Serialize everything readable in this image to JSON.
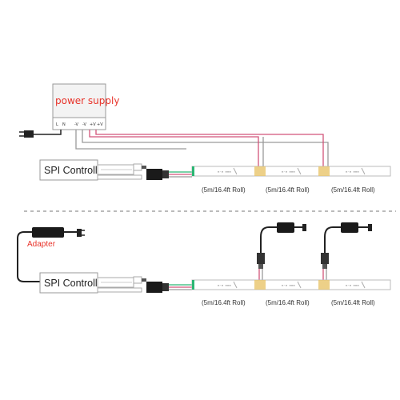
{
  "power_supply": {
    "title": "power supply",
    "terminals": [
      "L",
      "N",
      "-V",
      "-V",
      "+V",
      "+V"
    ]
  },
  "controller_label": "SPI Controller",
  "adapter_label": "Adapter",
  "roll_label": "(5m/16.4ft Roll)",
  "top_section": {
    "rolls": [
      "(5m/16.4ft Roll)",
      "(5m/16.4ft Roll)",
      "(5m/16.4ft Roll)"
    ]
  },
  "bottom_section": {
    "rolls": [
      "(5m/16.4ft Roll)",
      "(5m/16.4ft Roll)",
      "(5m/16.4ft Roll)"
    ]
  },
  "colors": {
    "wire_red": "#d2547a",
    "wire_gray": "#9a9a9a",
    "label_red": "#e8332a",
    "box_border": "#888888"
  }
}
